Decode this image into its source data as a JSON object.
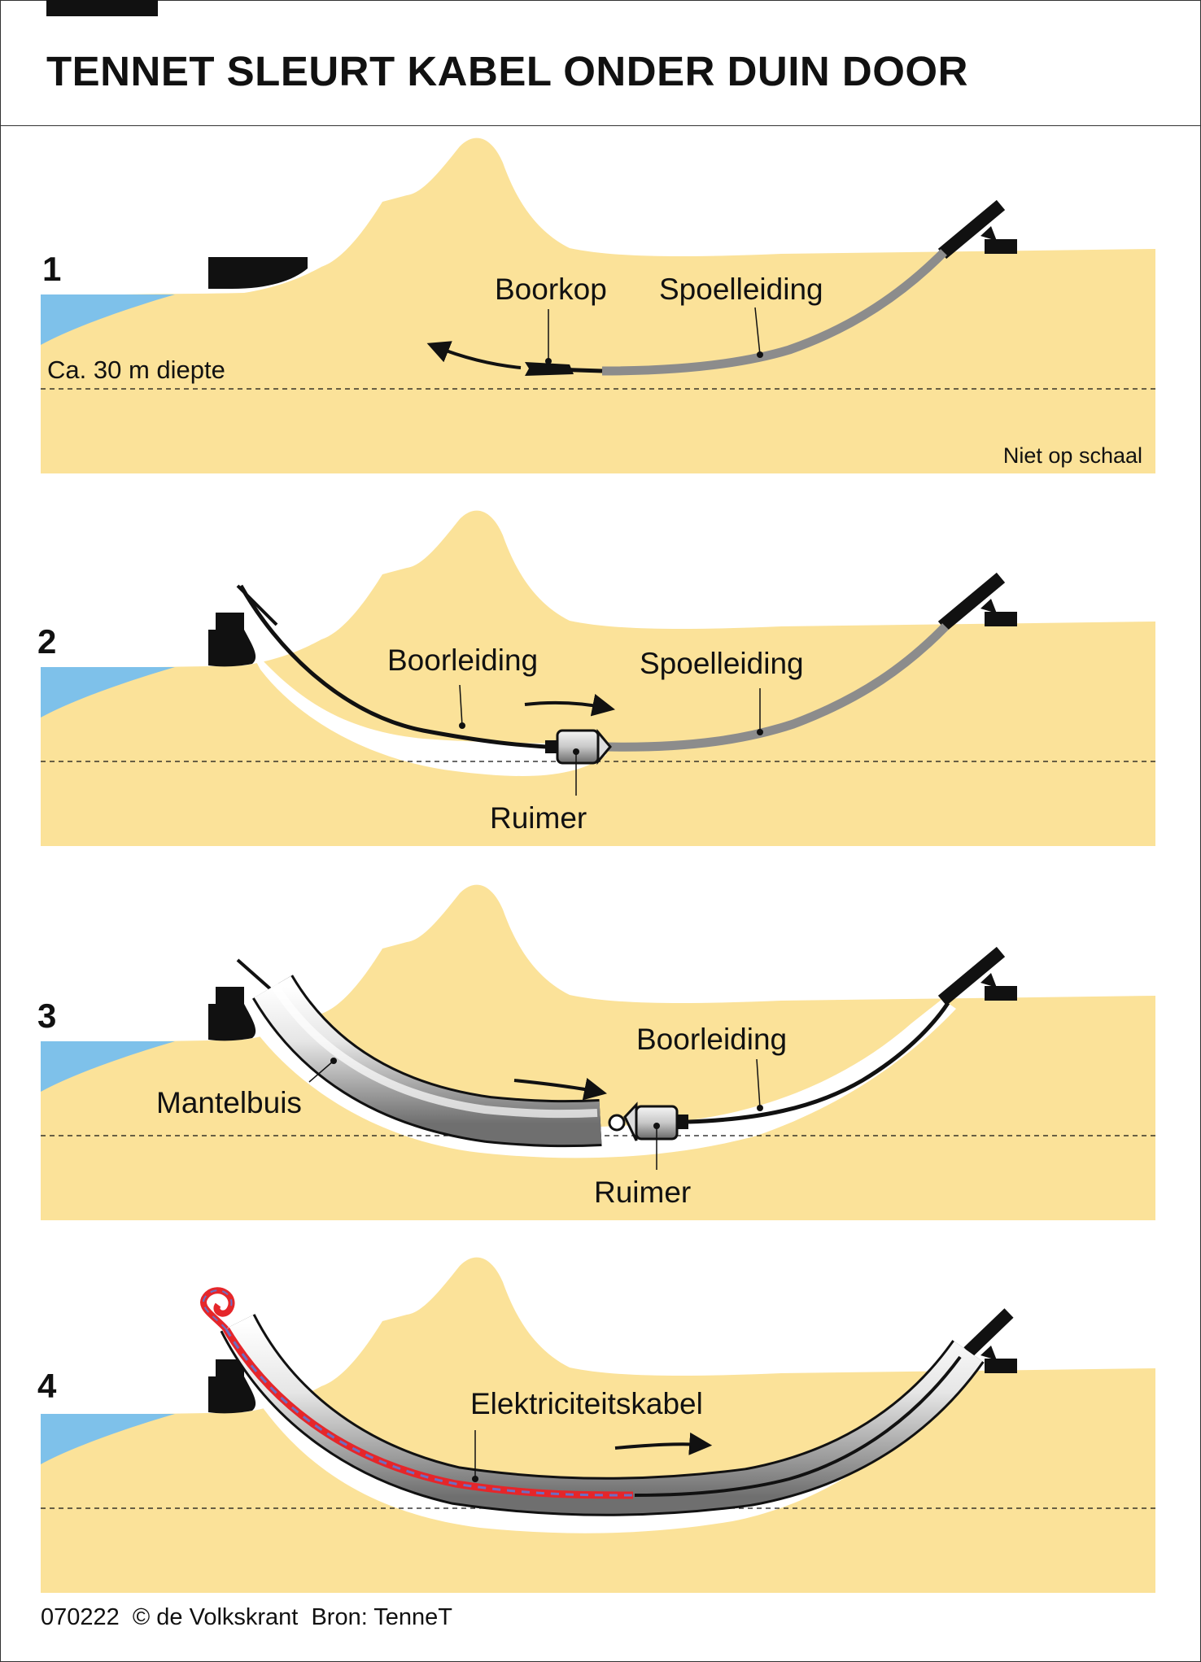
{
  "title": "TENNET SLEURT KABEL ONDER DUIN DOOR",
  "colors": {
    "sand": "#fbe299",
    "water": "#7ec1ea",
    "spoelleiding": "#8c8c8c",
    "kabel_red": "#e5262a",
    "kabel_blue": "#6c6ec2",
    "ink": "#111111"
  },
  "panels": [
    {
      "step": "1",
      "labels": {
        "boorkop": "Boorkop",
        "spoelleiding": "Spoelleiding",
        "diepte": "Ca. 30 m diepte",
        "schaal": "Niet op schaal"
      }
    },
    {
      "step": "2",
      "labels": {
        "boorleiding": "Boorleiding",
        "spoelleiding": "Spoelleiding",
        "ruimer": "Ruimer"
      }
    },
    {
      "step": "3",
      "labels": {
        "mantelbuis": "Mantelbuis",
        "boorleiding": "Boorleiding",
        "ruimer": "Ruimer"
      }
    },
    {
      "step": "4",
      "labels": {
        "kabel": "Elektriciteitskabel"
      }
    }
  ],
  "footer": {
    "code": "070222",
    "credit": "© de Volkskrant",
    "source": "Bron: TenneT"
  }
}
